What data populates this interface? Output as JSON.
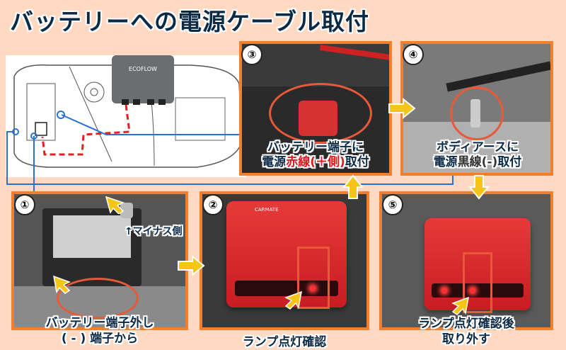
{
  "title": "バッテリーへの電源ケーブル取付",
  "diagram": {
    "brand": "ECOFLOW"
  },
  "steps": [
    {
      "num": "①",
      "caption_line1": "バッテリー端子外し",
      "caption_line2": "( - ) 端子から",
      "note": "↑マイナス側"
    },
    {
      "num": "②",
      "caption": "ランプ点灯確認",
      "device_brand": "CARMATE"
    },
    {
      "num": "③",
      "caption_line1": "バッテリー端子に",
      "caption_pre": "電源",
      "caption_red": "赤線(＋側)",
      "caption_post": "取付"
    },
    {
      "num": "④",
      "caption_line1": "ボディアースに",
      "caption_pre": "電源",
      "caption_dark": "黒線(-)",
      "caption_post": "取付"
    },
    {
      "num": "⑤",
      "caption_line1": "ランプ点灯確認後",
      "caption_line2": "取り外す"
    }
  ],
  "colors": {
    "panel_border": "#f07f2e",
    "title": "#0b2a46",
    "accent_red": "#e0191e",
    "arrow": "#f5c518",
    "background": "#ffd9c2"
  }
}
